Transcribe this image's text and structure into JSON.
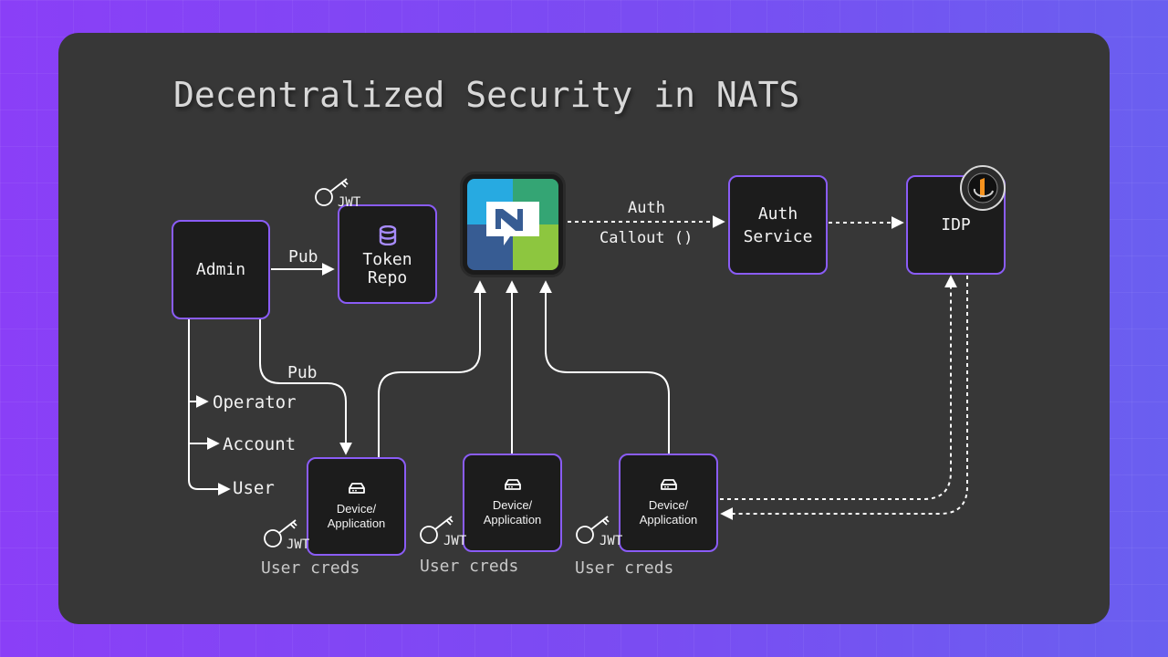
{
  "title": "Decentralized Security in NATS",
  "nodes": {
    "admin": "Admin",
    "token_repo": "Token\nRepo",
    "auth_service": "Auth\nService",
    "idp": "IDP",
    "device_1": "Device/\nApplication",
    "device_2": "Device/\nApplication",
    "device_3": "Device/\nApplication"
  },
  "edge_labels": {
    "pub_top": "Pub",
    "pub_bottom": "Pub",
    "auth": "Auth",
    "callout": "Callout ()"
  },
  "admin_outputs": [
    "Operator",
    "Account",
    "User"
  ],
  "key_label": "JWT",
  "user_creds": "User creds",
  "icons": {
    "token_repo": "database-icon",
    "device": "hard-drive-icon",
    "key": "key-icon",
    "nats_logo": "nats-logo",
    "openid_badge": "openid-connect-badge"
  },
  "colors": {
    "box_border": "#8a5cf6",
    "box_fill": "#1c1c1c",
    "card": "#373737",
    "nats_blue": "#27aae1",
    "nats_teal": "#34a574",
    "nats_navy": "#375c93",
    "nats_green": "#8dc63f"
  }
}
